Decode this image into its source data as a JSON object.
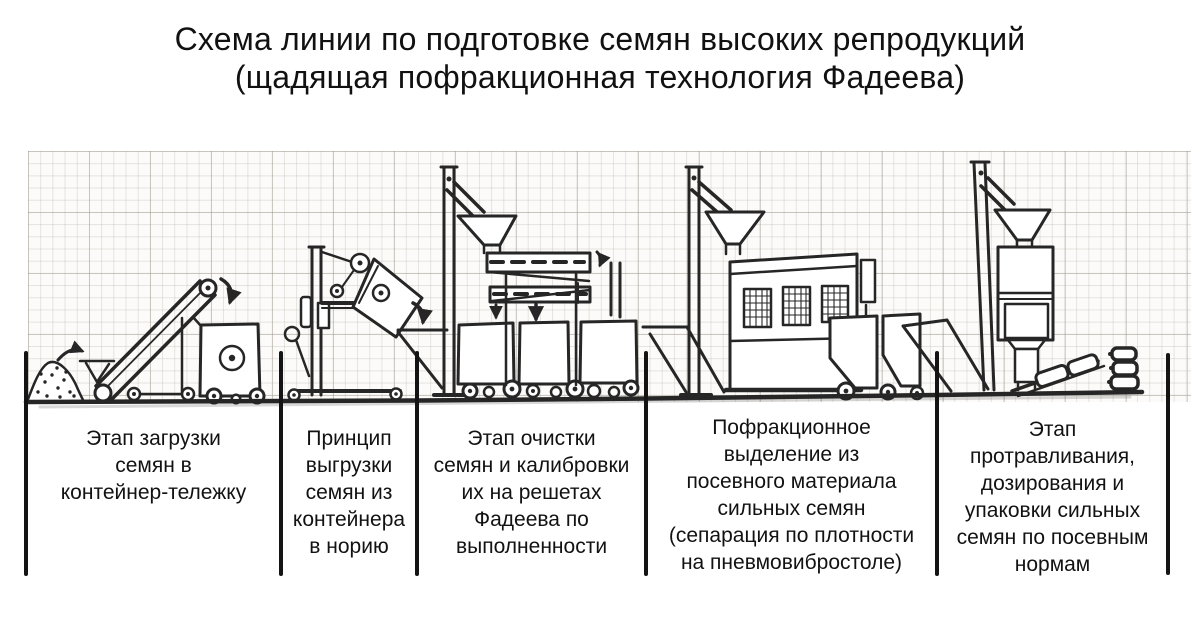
{
  "title": {
    "line1": "Схема линии по подготовке семян высоких репродукций",
    "line2": "(щадящая пофракционная технология Фадеева)"
  },
  "stages": [
    {
      "id": "loading",
      "label": "Этап загрузки\nсемян в\nконтейнер-тележку"
    },
    {
      "id": "unloading",
      "label": "Принцип\nвыгрузки\nсемян из\nконтейнера\nв норию"
    },
    {
      "id": "cleaning-calibration",
      "label": "Этап очистки\nсемян и калибровки\nих на решетах\nФадеева по\nвыполненности"
    },
    {
      "id": "fraction-separation",
      "label": "Пофракционное\nвыделение из\nпосевного материала\nсильных семян\n(сепарация по плотности\nна пневмовибростоле)"
    },
    {
      "id": "treating-packing",
      "label": "Этап\nпротравливания,\nдозирования и\nупаковки сильных\nсемян по посевным\nнормам"
    }
  ],
  "drawing": {
    "ink_color": "#262626",
    "paper_grid_color": "#cfccc6",
    "sections": [
      "seed-pile-belt-conveyor-and-container-cart",
      "mast-lift-tipping-container-into-elevator",
      "elevator-hopper-sieve-cleaner-with-three-carts",
      "elevator-hopper-pneumo-vibro-table-building-with-carts",
      "elevator-hopper-treating-dosing-packing-tower-with-bags"
    ]
  }
}
